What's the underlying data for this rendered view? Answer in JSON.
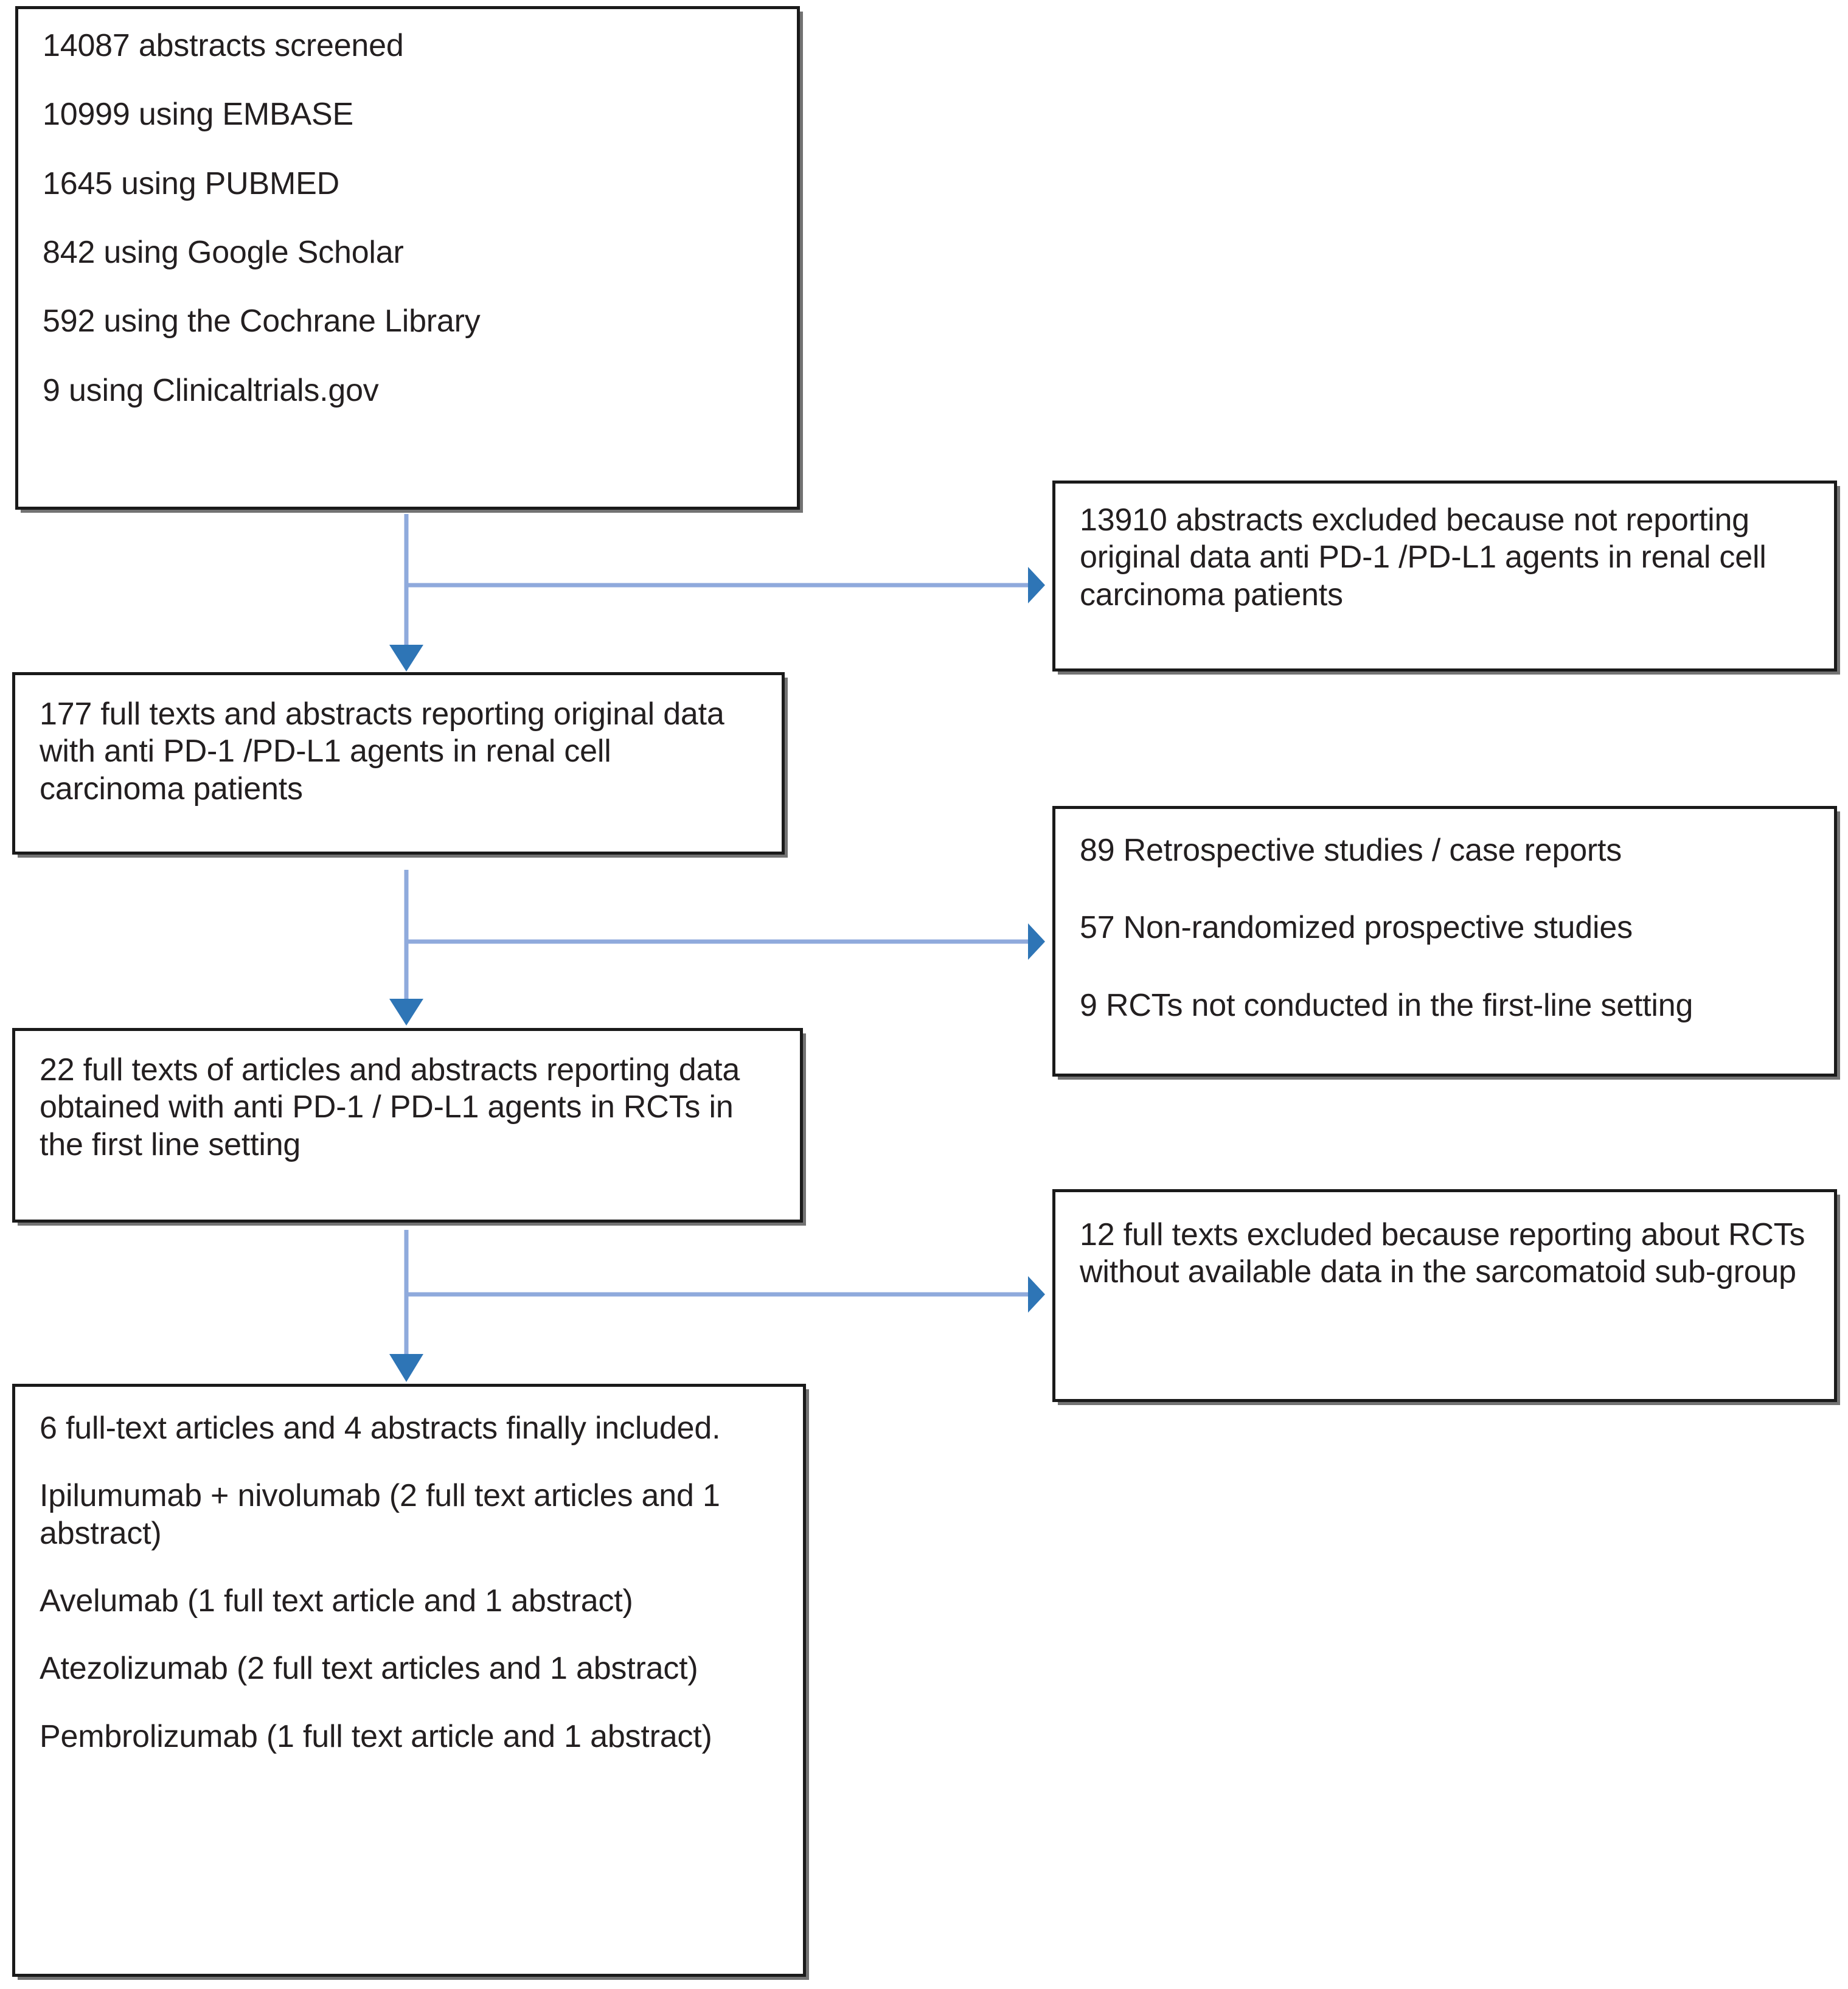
{
  "diagram": {
    "type": "prisma-flow-diagram",
    "accent_color": "#2E75B6",
    "connector_line_color": "#8FAADC",
    "box_border_color": "#1a1a1a",
    "text_color": "#231f20",
    "boxes": {
      "screened": {
        "name": "records-screened",
        "lines": [
          "14087 abstracts screened",
          "10999 using EMBASE",
          "1645 using PUBMED",
          "842 using Google Scholar",
          "592 using the Cochrane Library",
          "9 using Clinicaltrials.gov"
        ]
      },
      "excluded_1": {
        "name": "abstracts-excluded",
        "lines": [
          "13910 abstracts excluded because not reporting original data anti PD-1 /PD-L1 agents in renal cell carcinoma patients"
        ]
      },
      "fulltexts_177": {
        "name": "full-texts-original-data",
        "lines": [
          "177 full texts and abstracts reporting original data with anti PD-1 /PD-L1 agents in renal cell carcinoma patients"
        ]
      },
      "excluded_2": {
        "name": "study-design-excluded",
        "lines": [
          "89 Retrospective studies / case reports",
          "57 Non-randomized prospective studies",
          "9 RCTs not conducted in the first-line setting"
        ]
      },
      "rcts_22": {
        "name": "rcts-first-line",
        "lines": [
          "22 full texts of articles and abstracts reporting data obtained with anti PD-1 / PD-L1 agents in RCTs in the first line setting"
        ]
      },
      "excluded_3": {
        "name": "no-sarcomatoid-data-excluded",
        "lines": [
          "12 full texts excluded because reporting about RCTs without available data in the sarcomatoid sub-group"
        ]
      },
      "included": {
        "name": "studies-included",
        "lines": [
          "6 full-text articles and 4 abstracts finally included.",
          "Ipilumumab + nivolumab (2 full text articles and 1 abstract)",
          "Avelumab (1 full text article and 1 abstract)",
          "Atezolizumab (2 full text articles and 1 abstract)",
          "Pembrolizumab (1 full text article and 1 abstract)"
        ]
      }
    }
  }
}
